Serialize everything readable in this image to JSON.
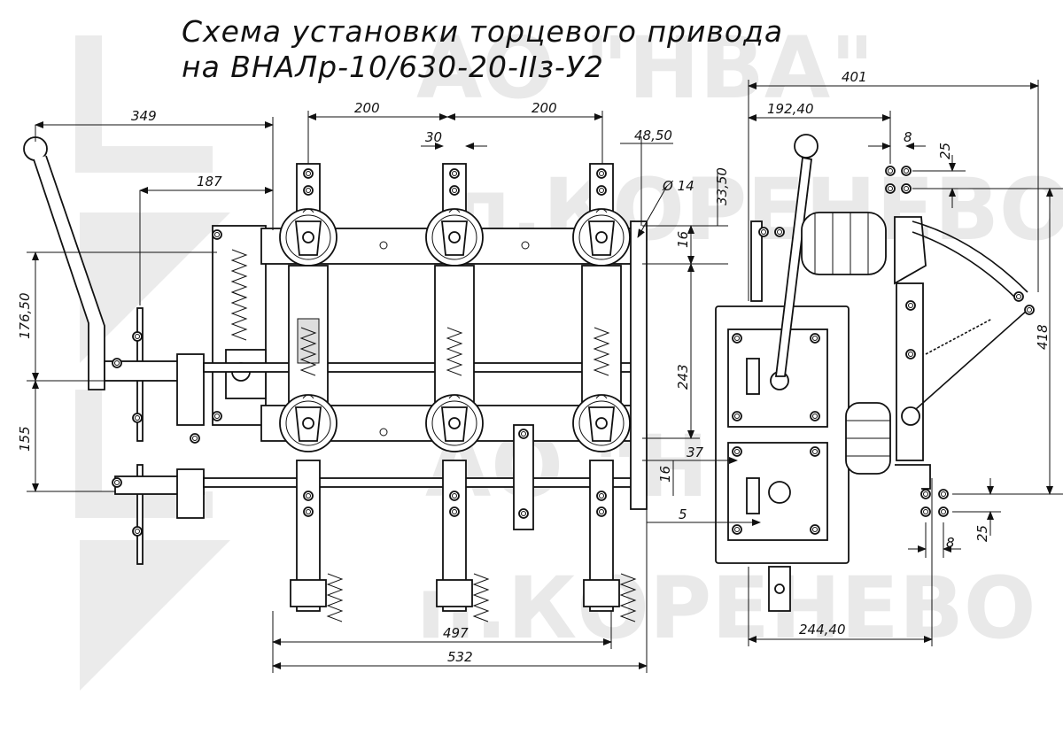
{
  "title": {
    "line1": "Схема установки торцевого привода",
    "line2": "на ВНАЛр-10/630-20-IIз-У2"
  },
  "watermark": {
    "text1": "АО \"НВА\"",
    "text2": "п.КОРЕНЕВО"
  },
  "dimensions": {
    "d349": "349",
    "d187": "187",
    "d200a": "200",
    "d200b": "200",
    "d30": "30",
    "d48_50": "48,50",
    "d14": "Ø 14",
    "d33_50": "33,50",
    "d16a": "16",
    "d176_50": "176,50",
    "d155": "155",
    "d243": "243",
    "d16b": "16",
    "d37": "37",
    "d5": "5",
    "d497": "497",
    "d532": "532",
    "d401": "401",
    "d192_40": "192,40",
    "d8a": "8",
    "d25a": "25",
    "d418": "418",
    "d25b": "25",
    "d8b": "8",
    "d244_40": "244,40"
  },
  "colors": {
    "line": "#111111",
    "watermark": "#e9e9e9",
    "background": "#ffffff"
  }
}
